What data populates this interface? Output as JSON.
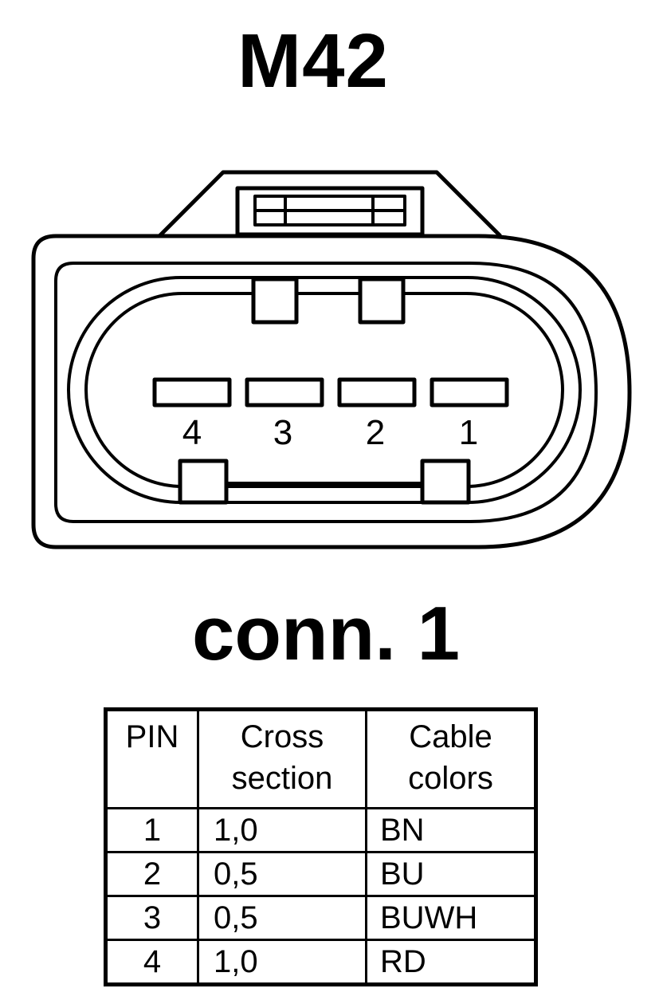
{
  "title": "M42",
  "connector_label": "conn. 1",
  "pin_labels": [
    "4",
    "3",
    "2",
    "1"
  ],
  "table": {
    "headers": {
      "pin": "PIN",
      "cross_line1": "Cross",
      "cross_line2": "section",
      "cable_line1": "Cable",
      "cable_line2": "colors"
    },
    "rows": [
      {
        "pin": "1",
        "cross": "1,0",
        "color": "BN"
      },
      {
        "pin": "2",
        "cross": "0,5",
        "color": "BU"
      },
      {
        "pin": "3",
        "cross": "0,5",
        "color": "BUWH"
      },
      {
        "pin": "4",
        "cross": "1,0",
        "color": "RD"
      }
    ]
  }
}
